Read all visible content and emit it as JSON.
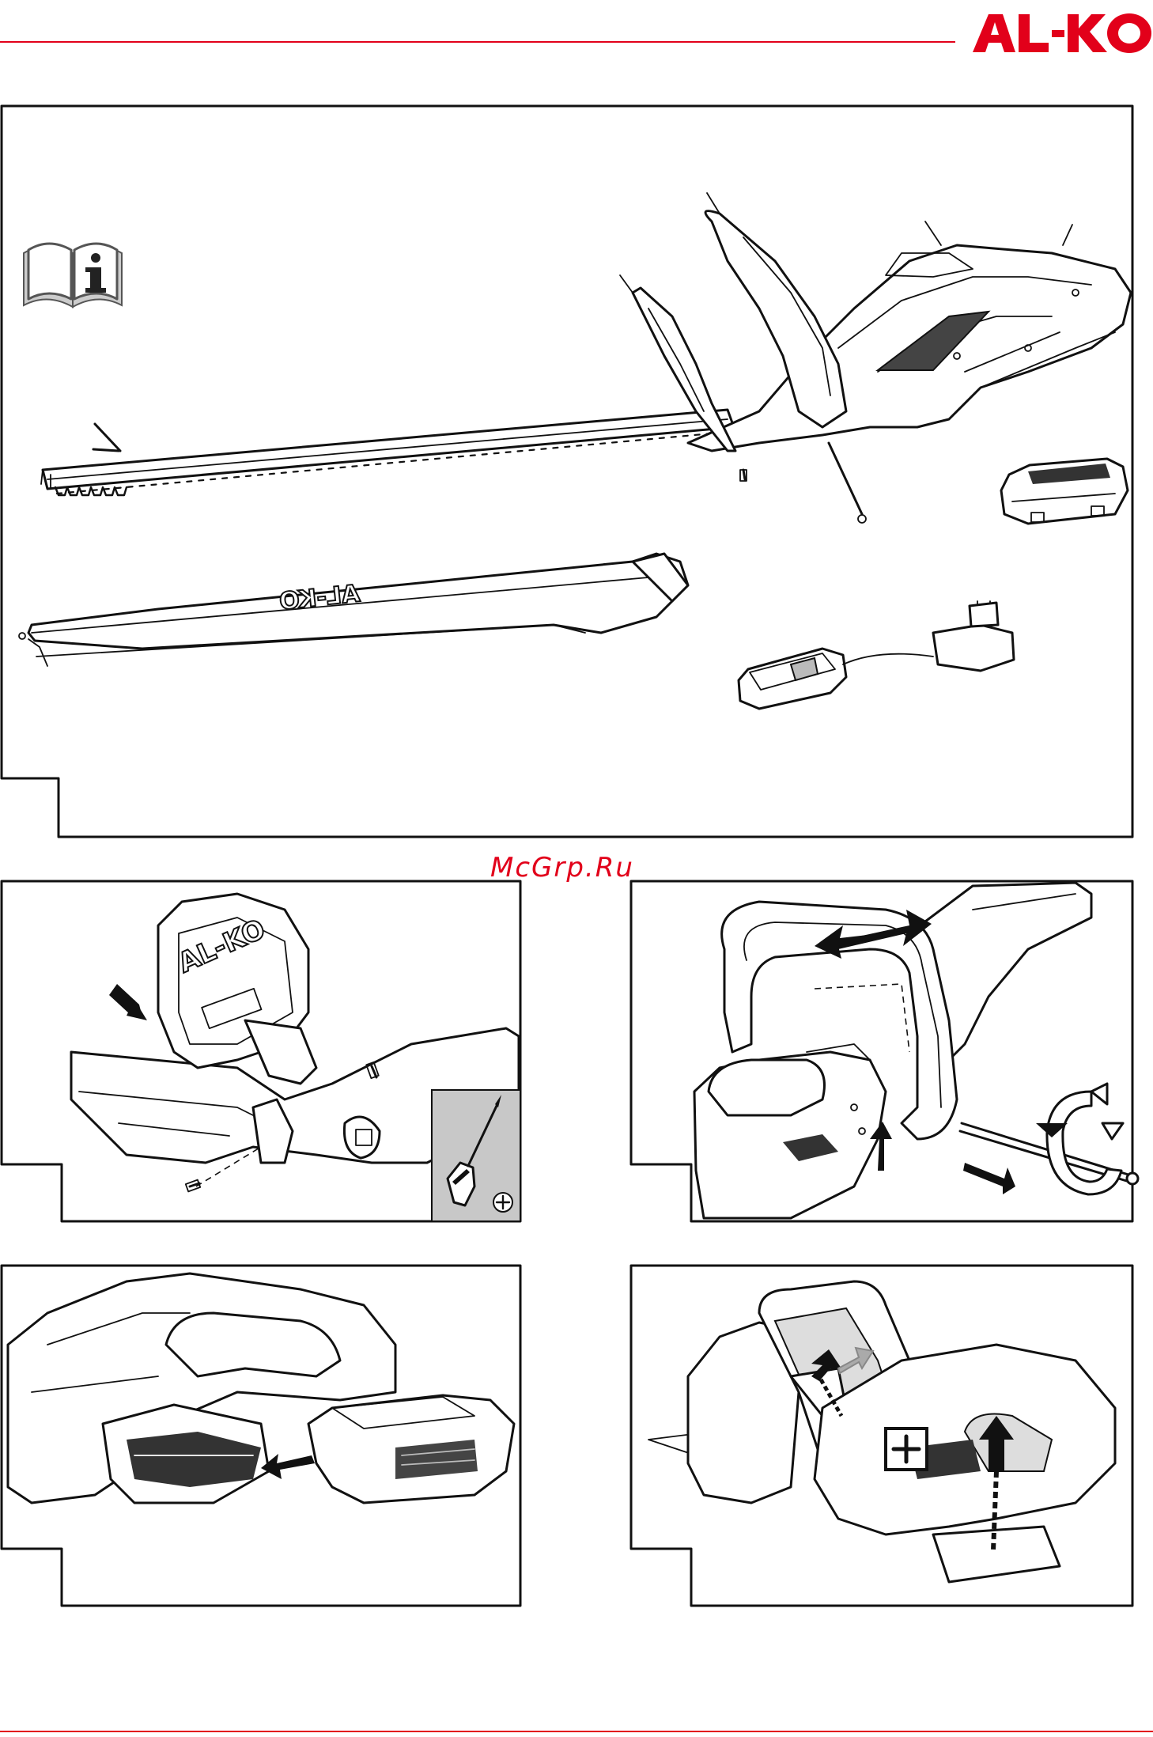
{
  "header": {
    "brand": "AL-KO",
    "brand_color": "#e2001a"
  },
  "watermark": {
    "text": "McGrp.Ru"
  },
  "figures": {
    "overview": {
      "icon": "manual-info-icon",
      "cover_brand": "AL-KO"
    },
    "step_handguard": {
      "guard_brand": "AL-KO",
      "tool_icon": "phillips-screwdriver-icon"
    },
    "step_handle": {
      "icon": "rotate-arrows-icon"
    },
    "step_battery": {
      "icon": "arrow-left-icon"
    },
    "step_switch": {
      "icon": "plus-button-icon"
    }
  }
}
